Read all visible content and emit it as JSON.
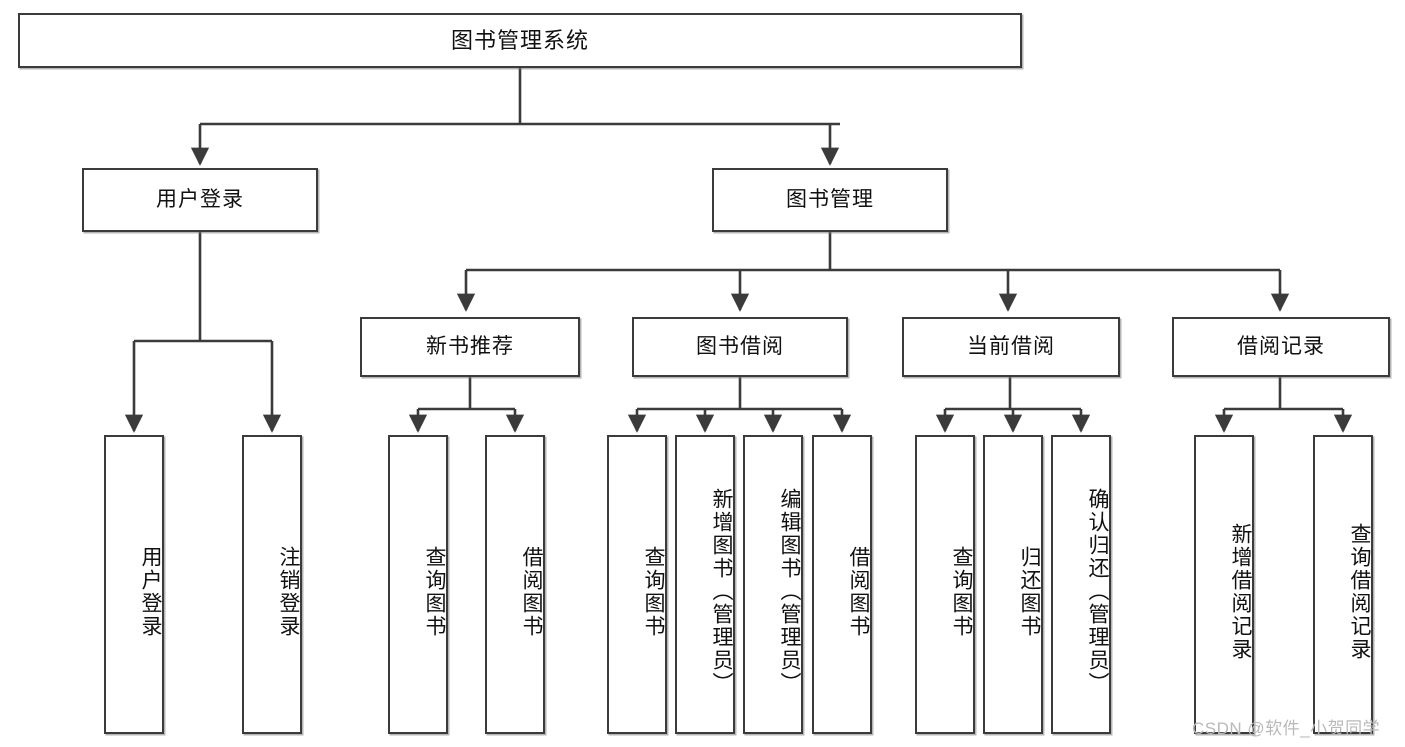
{
  "diagram": {
    "title": "图书管理系统",
    "type": "functional-decomposition-tree",
    "style": {
      "box_border_color": "#3b3b3b",
      "box_fill_color": "#ffffff",
      "connector_color": "#3b3b3b",
      "text_color": "#111111",
      "background": "#ffffff",
      "watermark_color": "#b9b9b9"
    },
    "root": {
      "label": "图书管理系统"
    },
    "level1": [
      {
        "id": "user-login",
        "label": "用户登录"
      },
      {
        "id": "book-management",
        "label": "图书管理"
      }
    ],
    "level2": [
      {
        "id": "new-book-recommend",
        "label": "新书推荐",
        "parent": "book-management"
      },
      {
        "id": "book-borrow",
        "label": "图书借阅",
        "parent": "book-management"
      },
      {
        "id": "current-borrow",
        "label": "当前借阅",
        "parent": "book-management"
      },
      {
        "id": "borrow-record",
        "label": "借阅记录",
        "parent": "book-management"
      }
    ],
    "leaves": {
      "user_login": [
        {
          "id": "leaf-user-login",
          "label": "用户登录"
        },
        {
          "id": "leaf-logout-login",
          "label": "注销登录"
        }
      ],
      "new_book_recommend": [
        {
          "id": "leaf-query-book-1",
          "label": "查询图书"
        },
        {
          "id": "leaf-borrow-book-1",
          "label": "借阅图书"
        }
      ],
      "book_borrow": [
        {
          "id": "leaf-query-book-2",
          "label": "查询图书"
        },
        {
          "id": "leaf-add-book",
          "label": "新增图书（管理员）"
        },
        {
          "id": "leaf-edit-book",
          "label": "编辑图书（管理员）"
        },
        {
          "id": "leaf-borrow-book-2",
          "label": "借阅图书"
        }
      ],
      "current_borrow": [
        {
          "id": "leaf-query-book-3",
          "label": "查询图书"
        },
        {
          "id": "leaf-return-book",
          "label": "归还图书"
        },
        {
          "id": "leaf-confirm-return",
          "label": "确认归还（管理员）"
        }
      ],
      "borrow_record": [
        {
          "id": "leaf-add-record",
          "label": "新增借阅记录"
        },
        {
          "id": "leaf-query-record",
          "label": "查询借阅记录"
        }
      ]
    },
    "watermark": "CSDN @软件_小贺同学"
  }
}
